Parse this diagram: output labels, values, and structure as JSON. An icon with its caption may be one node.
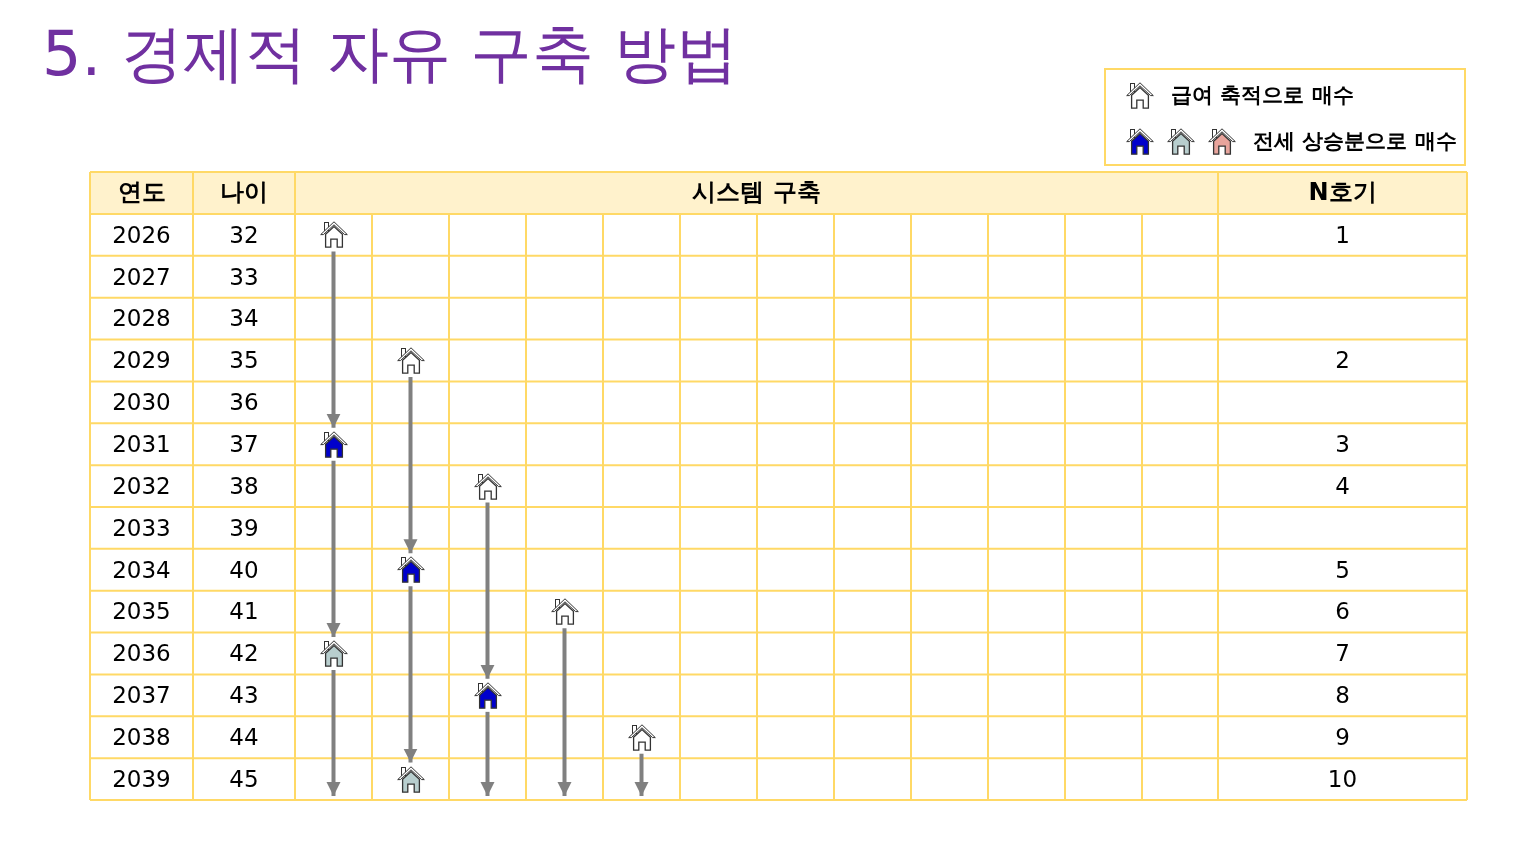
{
  "diagram": {
    "title": "5. 경제적 자유 구축 방법",
    "nodes": [
      {
        "text": [],
        "shape": "house"
      },
      {
        "text": [],
        "shape": "house"
      },
      {
        "text": [],
        "shape": "house"
      },
      {
        "text": [],
        "shape": "house"
      },
      {
        "text": [],
        "shape": "house"
      },
      {
        "text": [],
        "shape": "house"
      },
      {
        "text": [],
        "shape": "house"
      },
      {
        "text": [],
        "shape": "house"
      },
      {
        "text": [],
        "shape": "house"
      },
      {
        "text": [],
        "shape": "house"
      }
    ],
    "edges": [
      {
        "from": 0,
        "to": 2,
        "arrow": "to"
      },
      {
        "from": 1,
        "to": 4,
        "arrow": "to"
      },
      {
        "from": 2,
        "to": 6,
        "arrow": "to"
      },
      {
        "from": 3,
        "to": 7,
        "arrow": "to"
      },
      {
        "from": 4,
        "to": 9,
        "arrow": "to"
      },
      {
        "from": 5,
        "to": null,
        "arrow": "to"
      },
      {
        "from": 6,
        "to": null,
        "arrow": "to"
      },
      {
        "from": 7,
        "to": null,
        "arrow": "to"
      },
      {
        "from": 8,
        "to": null,
        "arrow": "to"
      }
    ],
    "labels": [
      "연도",
      "나이",
      "시스템 구축",
      "N호기",
      "2026",
      "32",
      "1",
      "2027",
      "33",
      "2028",
      "34",
      "2029",
      "35",
      "2",
      "2030",
      "36",
      "2031",
      "37",
      "3",
      "2032",
      "38",
      "4",
      "2033",
      "39",
      "2034",
      "40",
      "5",
      "2035",
      "41",
      "6",
      "2036",
      "42",
      "7",
      "2037",
      "43",
      "8",
      "2038",
      "44",
      "9",
      "2039",
      "45",
      "10"
    ],
    "legend": [
      {
        "text": "급여 축적으로 매수"
      },
      {
        "text": "전세 상승분으로 매수"
      }
    ]
  }
}
